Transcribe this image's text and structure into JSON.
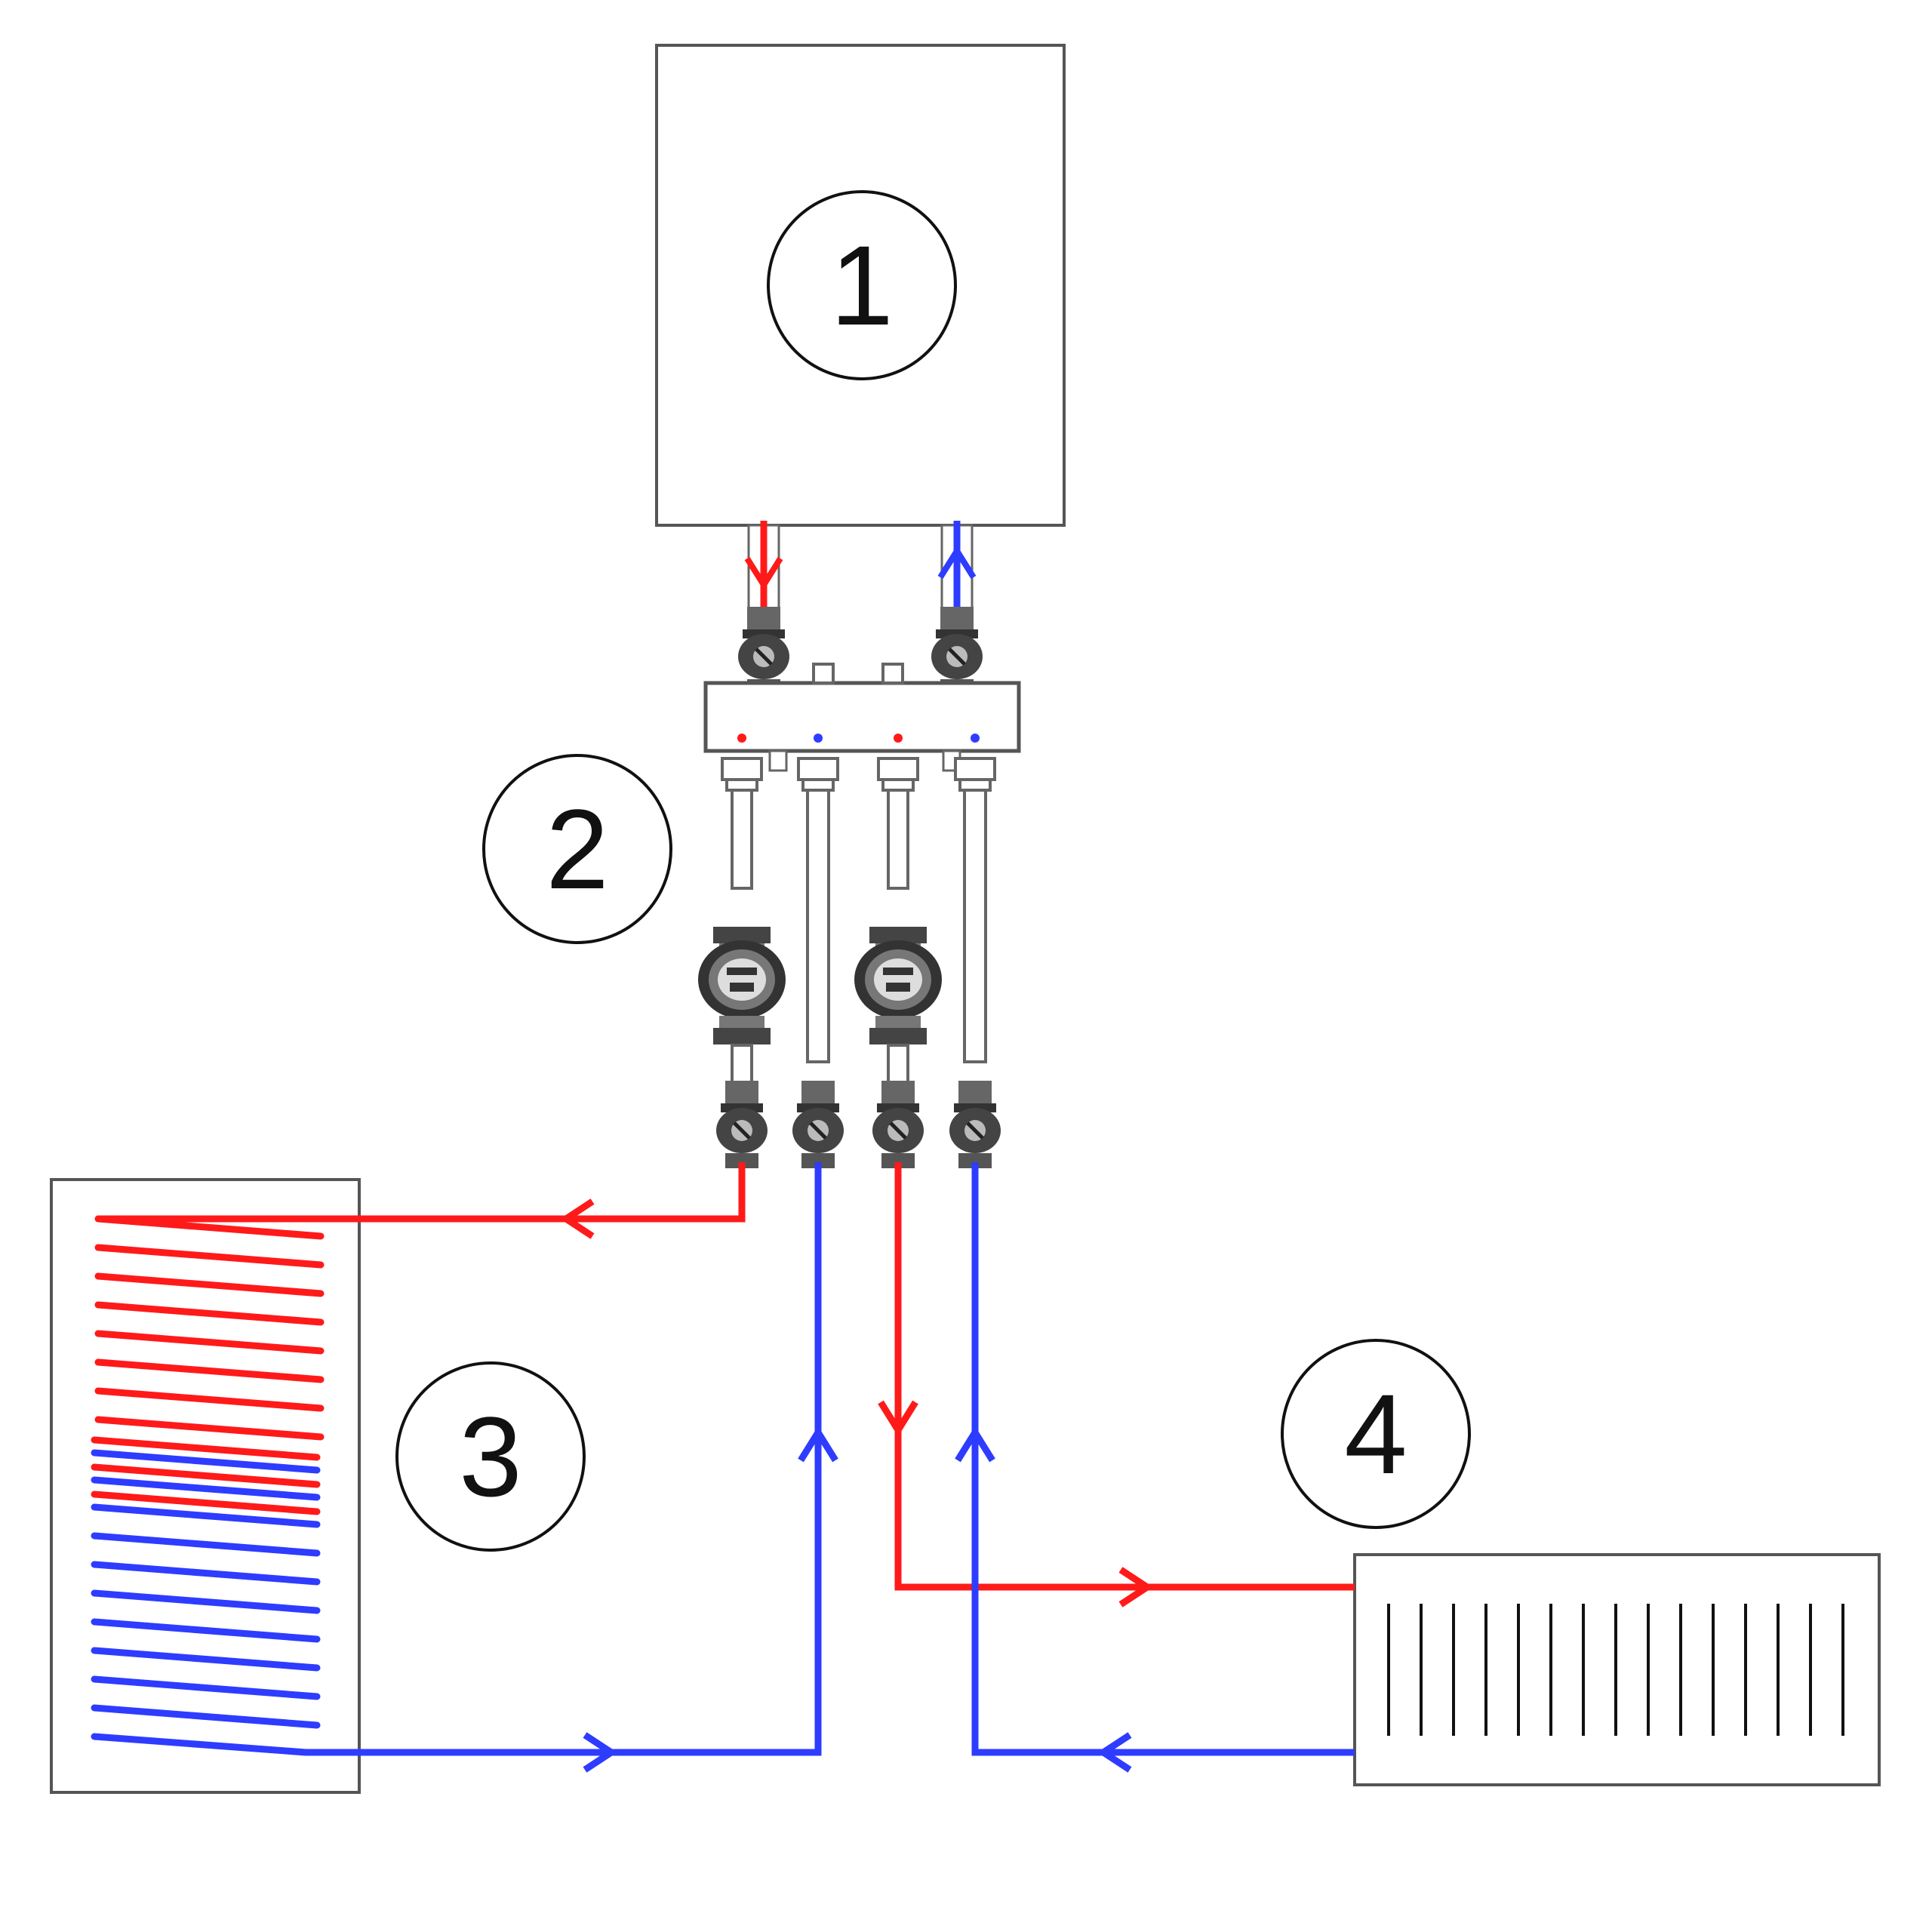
{
  "labels": {
    "boiler": "1",
    "manifold": "2",
    "water_heater": "3",
    "radiator": "4"
  },
  "colors": {
    "hot": "#ff1a1a",
    "cold": "#2e3cff",
    "outline": "#555555",
    "background": "#ffffff"
  },
  "icons": [
    "circulation-pump-icon",
    "ball-valve-icon",
    "flow-arrow-icon"
  ]
}
